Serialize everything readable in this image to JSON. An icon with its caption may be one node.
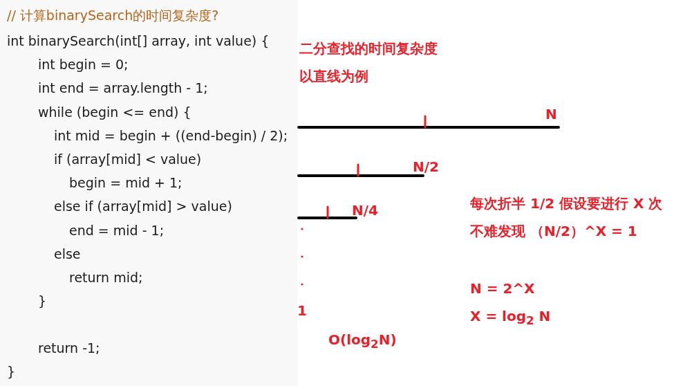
{
  "diagram": {
    "title": "二分查找的时间复杂度",
    "labels": [
      "// 计算binarySearch的时间复杂度?",
      "int binarySearch(int[] array, int value) {",
      "int begin = 0;",
      "int end = array.length - 1;",
      "while (begin <= end) {",
      "int mid = begin + ((end-begin) / 2);",
      "if (array[mid] < value)",
      "begin = mid + 1;",
      "else if (array[mid] > value)",
      "end = mid - 1;",
      "else",
      "return mid;",
      "}",
      "return -1;",
      "}",
      "以直线为例",
      "N",
      "N/2",
      "N/4",
      "1",
      "O(log$_{2}$N)",
      "每次折半 1/2 假设要进行 X 次",
      "不难发现 （N/2）^X = 1",
      "N = 2^X",
      "X = log$_{2}$ N"
    ]
  }
}
